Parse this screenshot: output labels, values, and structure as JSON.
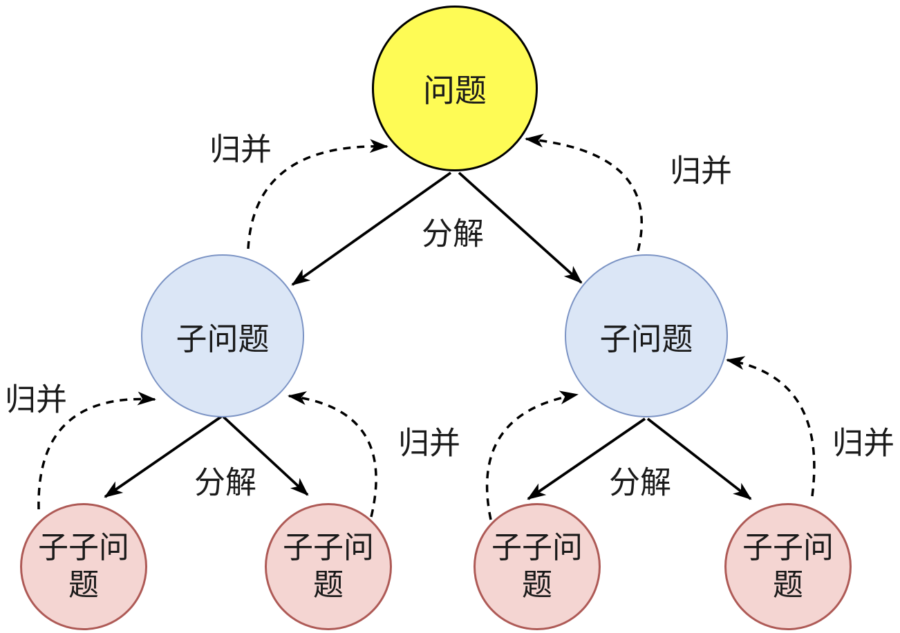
{
  "diagram": {
    "background_color": "#ffffff",
    "line_color": "#000000",
    "text_color": "#1a1a1a",
    "nodes": {
      "root": {
        "label": "问题",
        "fill": "#fefb55",
        "stroke": "#000000"
      },
      "sub_left": {
        "label": "子问题",
        "fill": "#dbe6f6",
        "stroke": "#7b93c4"
      },
      "sub_right": {
        "label": "子问题",
        "fill": "#dbe6f6",
        "stroke": "#7b93c4"
      },
      "leaf_1": {
        "label": "子子问题",
        "fill": "#f4d5d2",
        "stroke": "#ae5a56"
      },
      "leaf_2": {
        "label": "子子问题",
        "fill": "#f4d5d2",
        "stroke": "#ae5a56"
      },
      "leaf_3": {
        "label": "子子问题",
        "fill": "#f4d5d2",
        "stroke": "#ae5a56"
      },
      "leaf_4": {
        "label": "子子问题",
        "fill": "#f4d5d2",
        "stroke": "#ae5a56"
      }
    },
    "edge_labels": {
      "merge_root_left": "归并",
      "decompose_root": "分解",
      "merge_root_right": "归并",
      "merge_left_outer": "归并",
      "merge_inner": "归并",
      "decompose_left": "分解",
      "decompose_right": "分解",
      "merge_right_outer": "归并"
    },
    "edges": [
      {
        "from": "root",
        "to": "sub_left",
        "type": "decompose",
        "style": "solid"
      },
      {
        "from": "root",
        "to": "sub_right",
        "type": "decompose",
        "style": "solid"
      },
      {
        "from": "sub_left",
        "to": "leaf_1",
        "type": "decompose",
        "style": "solid"
      },
      {
        "from": "sub_left",
        "to": "leaf_2",
        "type": "decompose",
        "style": "solid"
      },
      {
        "from": "sub_right",
        "to": "leaf_3",
        "type": "decompose",
        "style": "solid"
      },
      {
        "from": "sub_right",
        "to": "leaf_4",
        "type": "decompose",
        "style": "solid"
      },
      {
        "from": "sub_left",
        "to": "root",
        "type": "merge",
        "style": "dashed"
      },
      {
        "from": "sub_right",
        "to": "root",
        "type": "merge",
        "style": "dashed"
      },
      {
        "from": "leaf_1",
        "to": "sub_left",
        "type": "merge",
        "style": "dashed"
      },
      {
        "from": "leaf_2",
        "to": "sub_left",
        "type": "merge",
        "style": "dashed"
      },
      {
        "from": "leaf_3",
        "to": "sub_right",
        "type": "merge",
        "style": "dashed"
      },
      {
        "from": "leaf_4",
        "to": "sub_right",
        "type": "merge",
        "style": "dashed"
      }
    ]
  }
}
